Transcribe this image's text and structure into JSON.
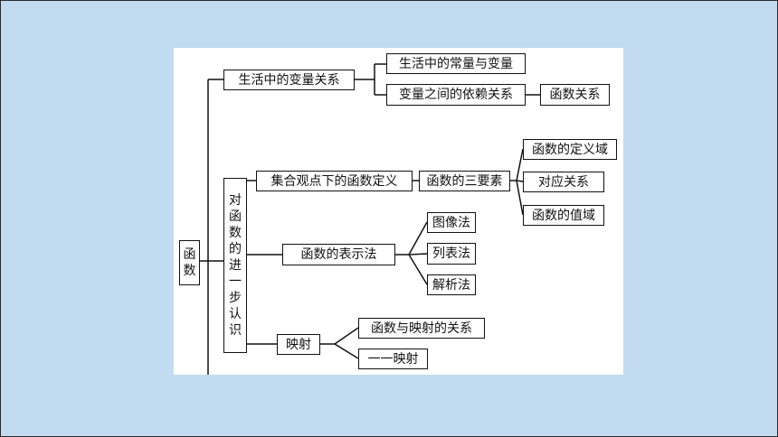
{
  "nodes": {
    "root": "函数",
    "life": "生活中的变量关系",
    "constvar": "生活中的常量与变量",
    "depend": "变量之间的依赖关系",
    "funcrel": "函数关系",
    "further": "对函数的进一步认识",
    "setdef": "集合观点下的函数定义",
    "three": "函数的三要素",
    "domain": "函数的定义域",
    "corr": "对应关系",
    "range": "函数的值域",
    "repr": "函数的表示法",
    "image": "图像法",
    "list": "列表法",
    "analytic": "解析法",
    "mapping": "映射",
    "fmrel": "函数与映射的关系",
    "onetoone": "一一映射"
  },
  "colors": {
    "background": "#c2dbf0",
    "panel": "#ffffff",
    "line": "#111111"
  }
}
